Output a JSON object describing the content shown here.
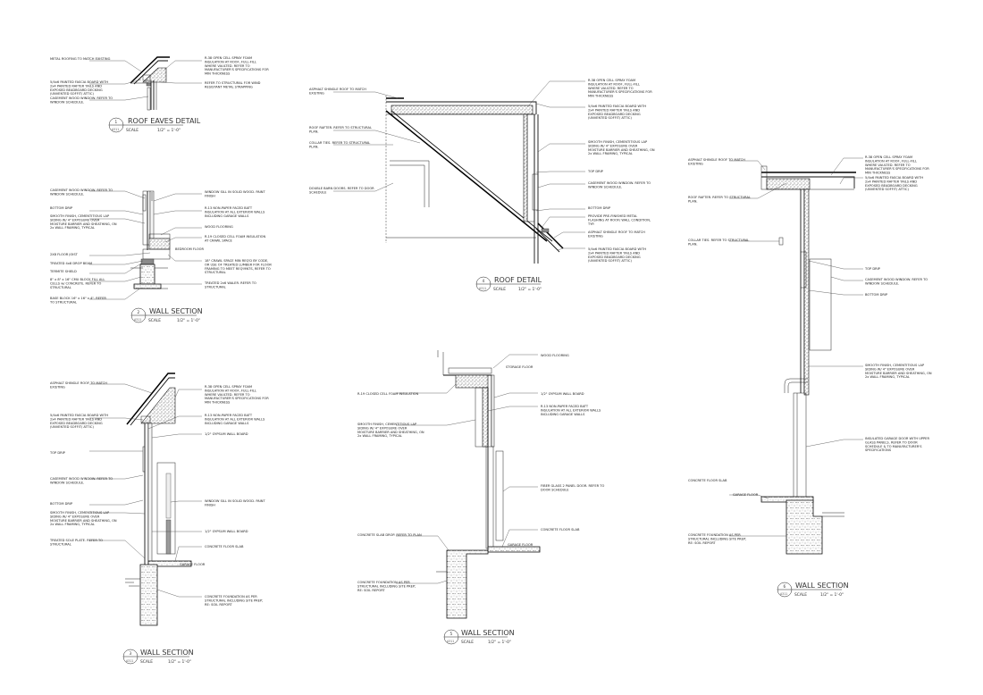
{
  "details": {
    "d1": {
      "number": "1",
      "sheet": "A311",
      "title": "ROOF EAVES DETAIL",
      "scale_label": "SCALE",
      "scale": "1/2\" = 1'-0\"",
      "labels": {
        "metal_roof": "METAL ROOFING TO MATCH EXISTING",
        "fascia": "5/4x6 PAINTED FASCIA BOARD WITH 2x4 PAINTED RAFTER TAILS AND EXPOSED BEADBOARD DECKING (UNVENTED SOFFIT/ ATTIC)",
        "casement": "CASEMENT WOOD WINDOW. REFER TO WINDOW SCHEDULE.",
        "spray_foam": "R-38 OPEN CELL SPRAY FOAM INSULATION AT ROOF, FULL-FILL WHERE VAULTED. REFER TO MANUFACTURER'S SPECIFICATIONS FOR MIN THICKNESS",
        "structural": "REFER TO STRUCTURAL FOR WIND RESISTANT METAL STRAPPING"
      }
    },
    "d2": {
      "number": "2",
      "sheet": "A311",
      "title": "WALL SECTION",
      "scale_label": "SCALE",
      "scale": "1/2\" = 1'-0\"",
      "labels": {
        "casement": "CASEMENT WOOD WINDOW. REFER TO WINDOW SCHEDULE.",
        "bottom_drip": "BOTTOM DRIP",
        "siding": "SMOOTH FINISH, CEMENTITIOUS LAP SIDING W/ 4\" EXPOSURE OVER MOISTURE BARRIER AND SHEATHING, ON 2x WALL FRAMING, TYPICAL",
        "floor_joist": "2X8 FLOOR JOIST",
        "drop_beam": "TREATED 4x8 DROP BEAM",
        "termite": "TERMITE SHIELD",
        "cmu": "8\" x 8\" x 16\" CMU BLOCK FILL ALL CELLS w/ CONCRETE. REFER TO STRUCTURAL",
        "base_block": "BASE BLOCK 16\" x 16\" x 4\". REFER TO STRUCTURAL",
        "sill": "WINDOW SILL IN SOLID WOOD. PAINT FINISH",
        "batt": "R-13 NON-PAPER FACED BATT INSULATION AT ALL EXTERIOR WALLS INCLUDING GARAGE WALLS",
        "flooring": "WOOD FLOORING",
        "closed_cell": "R-19 CLOSED CELL FOAM INSULATION AT CRAWL SPACE",
        "bedroom": "BEDROOM FLOOR",
        "crawl": "18\" CRAWL SPACE MIN REQ'D BY CODE, OR USE OF TREATED LUMBER FOR FLOOR FRAMING TO MEET REQ'MNTS, REFER TO STRUCTURAL",
        "waler": "TREATED 2x6 WALER. REFER TO STRUCTURAL"
      }
    },
    "d3": {
      "number": "3",
      "sheet": "A311",
      "title": "WALL SECTION",
      "scale_label": "SCALE",
      "scale": "1/2\" = 1'-0\"",
      "labels": {
        "shingle": "ASPHALT SHINGLE ROOF TO MATCH EXISTING",
        "fascia": "5/4x6 PAINTED FASCIA BOARD WITH 2x4 PAINTED RAFTER TAILS AND EXPOSED BEADBOARD DECKING (UNVENTED SOFFIT/ ATTIC)",
        "top_drip": "TOP DRIP",
        "casement": "CASEMENT WOOD WINDOW. REFER TO WINDOW SCHEDULE.",
        "bottom_drip": "BOTTOM DRIP",
        "siding": "SMOOTH FINISH, CEMENTITIOUS LAP SIDING W/ 4\" EXPOSURE OVER MOISTURE BARRIER AND SHEATHING, ON 2x WALL FRAMING, TYPICAL",
        "sole_plate": "TREATED SOLE PLATE. REFER TO STRUCTURAL",
        "spray_foam": "R-38 OPEN CELL SPRAY FOAM INSULATION AT ROOF, FULL-FILL WHERE VAULTED. REFER TO MANUFACTURER'S SPECIFICATIONS FOR MIN THICKNESS",
        "batt": "R-13 NON-PAPER FACED BATT INSULATION AT ALL EXTERIOR WALLS INCLUDING GARAGE WALLS",
        "gypsum": "1/2\" GYPSUM WALL BOARD",
        "sill": "WINDOW SILL IN SOLID WOOD. PAINT FINISH",
        "gypsum2": "1/2\" GYPSUM WALL BOARD",
        "slab": "CONCRETE FLOOR SLAB",
        "garage": "GARAGE FLOOR",
        "foundation": "CONCRETE FOUNDATION AS PER STRUCTURAL INCLUDING SITE PREP; RE: SOIL REPORT"
      }
    },
    "d4": {
      "number": "4",
      "sheet": "A311",
      "title": "ROOF DETAIL",
      "scale_label": "SCALE",
      "scale": "1/2\" = 1'-0\"",
      "labels": {
        "shingle": "ASPHALT SHINGLE ROOF TO MATCH EXISTING",
        "rafter": "ROOF RAFTER. REFER TO STRUCTURAL PLAN.",
        "collar": "COLLAR TIES. REFER TO STRUCTURAL PLAN.",
        "barn_door": "DOUBLE BARN DOORS. REFER TO DOOR SCHEDULE",
        "spray_foam": "R-38 OPEN CELL SPRAY FOAM INSULATION AT ROOF, FULL-FILL WHERE VAULTED. REFER TO MANUFACTURER'S SPECIFICATIONS FOR MIN THICKNESS",
        "fascia": "5/4x6 PAINTED FASCIA BOARD WITH 2x4 PAINTED RAFTER TAILS AND EXPOSED BEADBOARD DECKING (UNVENTED SOFFIT/ ATTIC)",
        "siding": "SMOOTH FINISH, CEMENTITIOUS LAP SIDING W/ 4\" EXPOSURE OVER MOISTURE BARRIER AND SHEATHING, ON 2x WALL FRAMING, TYPICAL",
        "top_drip": "TOP DRIP",
        "casement": "CASEMENT WOOD WINDOW. REFER TO WINDOW SCHEDULE.",
        "bottom_drip": "BOTTOM DRIP",
        "flashing": "PROVIDE PRE-FINISHED METAL FLASHING AT ROOF/ WALL CONDITION, TYP.",
        "shingle2": "ASPHALT SHINGLE ROOF TO MATCH EXISTING",
        "fascia2": "5/4x6 PAINTED FASCIA BOARD WITH 2x4 PAINTED RAFTER TAILS AND EXPOSED BEADBOARD DECKING (UNVENTED SOFFIT/ ATTIC)"
      }
    },
    "d5": {
      "number": "5",
      "sheet": "A311",
      "title": "WALL SECTION",
      "scale_label": "SCALE",
      "scale": "1/2\" = 1'-0\"",
      "labels": {
        "closed_cell": "R-19 CLOSED CELL FOAM INSULATION",
        "siding": "SMOOTH FINISH, CEMENTITIOUS LAP SIDING W/ 4\" EXPOSURE OVER MOISTURE BARRIER AND SHEATHING, ON 2x WALL FRAMING, TYPICAL",
        "slab_drop": "CONCRETE SLAB DROP. REFER TO PLAN",
        "foundation": "CONCRETE FOUNDATION AS PER STRUCTURAL INCLUDING SITE PREP; RE: SOIL REPORT",
        "flooring": "WOOD FLOORING",
        "storage": "STORAGE FLOOR",
        "gypsum": "1/2\" GYPSUM WALL BOARD",
        "batt": "R-13 NON-PAPER FACED BATT INSULATION AT ALL EXTERIOR WALLS INCLUDING GARAGE WALLS",
        "door": "FIBER GLASS 2 PANEL DOOR. REFER TO DOOR SCHEDULE",
        "slab": "CONCRETE FLOOR SLAB",
        "garage": "GARAGE FLOOR"
      }
    },
    "d6": {
      "number": "6",
      "sheet": "A311",
      "title": "WALL SECTION",
      "scale_label": "SCALE",
      "scale": "1/2\" = 1'-0\"",
      "labels": {
        "shingle": "ASPHALT SHINGLE ROOF TO MATCH EXISTING",
        "rafter": "ROOF RAFTER. REFER TO STRUCTURAL PLAN.",
        "collar": "COLLAR TIES. REFER TO STRUCTURAL PLAN.",
        "slab": "CONCRETE FLOOR SLAB",
        "garage": "GARAGE FLOOR",
        "foundation": "CONCRETE FOUNDATION AS PER STRUCTURAL INCLUDING SITE PREP; RE: SOIL REPORT",
        "spray_foam": "R-38 OPEN CELL SPRAY FOAM INSULATION AT ROOF, FULL-FILL WHERE VAULTED. REFER TO MANUFACTURER'S SPECIFICATIONS FOR MIN THICKNESS",
        "fascia": "5/4x6 PAINTED FASCIA BOARD WITH 2x4 PAINTED RAFTER TAILS AND EXPOSED BEADBOARD DECKING (UNVENTED SOFFIT/ ATTIC)",
        "top_drip": "TOP DRIP",
        "casement": "CASEMENT WOOD WINDOW. REFER TO WINDOW SCHEDULE.",
        "bottom_drip": "BOTTOM DRIP",
        "siding": "SMOOTH FINISH, CEMENTITIOUS LAP SIDING W/ 4\" EXPOSURE OVER MOISTURE BARRIER AND SHEATHING, ON 2x WALL FRAMING, TYPICAL",
        "garage_door": "INSULATED GARAGE DOOR WITH UPPER GLASS PANELS. REFER TO DOOR SCHEDULE & TO MANUFACTURER'S SPECIFICATIONS"
      }
    }
  }
}
